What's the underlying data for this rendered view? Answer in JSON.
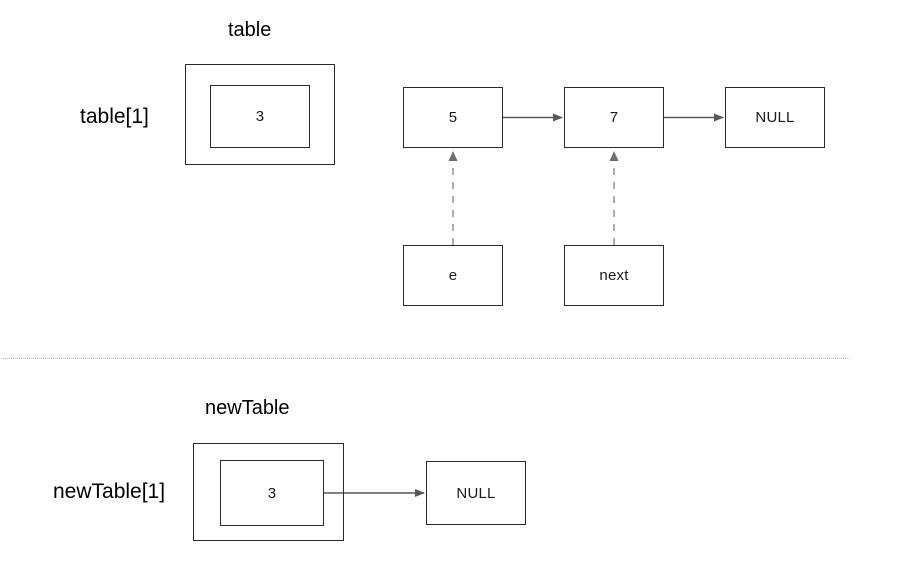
{
  "diagram": {
    "title_top": "table",
    "title_bottom": "newTable",
    "slot_label_top": "table[1]",
    "slot_label_bottom": "newTable[1]",
    "colors": {
      "box_stroke": "#2b2b2b",
      "arrow": "#595959",
      "dashed_arrow": "#808080",
      "divider": "#b9b9b9",
      "text": "#000000",
      "background": "#ffffff"
    },
    "top_section": {
      "bucket": {
        "outer_name": "table-bucket-outer",
        "entry_value": "3"
      },
      "chain": [
        {
          "name": "node-5",
          "value": "5"
        },
        {
          "name": "node-7",
          "value": "7"
        },
        {
          "name": "node-null",
          "value": "NULL"
        }
      ],
      "pointers": [
        {
          "name": "pointer-e",
          "label": "e",
          "target": "node-5"
        },
        {
          "name": "pointer-next",
          "label": "next",
          "target": "node-7"
        }
      ]
    },
    "bottom_section": {
      "bucket": {
        "outer_name": "newtable-bucket-outer",
        "entry_value": "3"
      },
      "chain": [
        {
          "name": "newtable-node-null",
          "value": "NULL"
        }
      ]
    }
  }
}
